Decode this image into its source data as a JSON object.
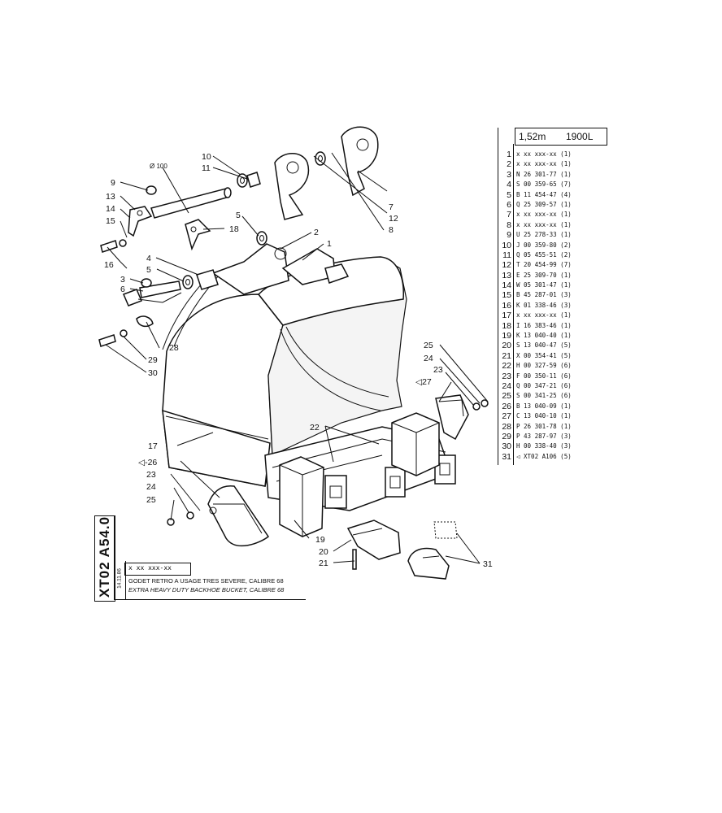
{
  "table": {
    "capacity": "1,52m",
    "volume": "1900L",
    "rows": [
      {
        "n": "1",
        "code": "x xx xxx-xx (1)"
      },
      {
        "n": "2",
        "code": "x xx xxx-xx (1)"
      },
      {
        "n": "3",
        "code": "N 26 301-77 (1)"
      },
      {
        "n": "4",
        "code": "S 00 359-65 (7)"
      },
      {
        "n": "5",
        "code": "B 11 454-47 (4)"
      },
      {
        "n": "6",
        "code": "Q 25 309-57 (1)"
      },
      {
        "n": "7",
        "code": "x xx xxx-xx (1)"
      },
      {
        "n": "8",
        "code": "x xx xxx-xx (1)"
      },
      {
        "n": "9",
        "code": "U 25 278-33 (1)"
      },
      {
        "n": "10",
        "code": "J 00 359-80 (2)"
      },
      {
        "n": "11",
        "code": "Q 05 455-51 (2)"
      },
      {
        "n": "12",
        "code": "T 20 454-99 (7)"
      },
      {
        "n": "13",
        "code": "E 25 309-70 (1)"
      },
      {
        "n": "14",
        "code": "W 05 301-47 (1)"
      },
      {
        "n": "15",
        "code": "B 45 287-01 (3)"
      },
      {
        "n": "16",
        "code": "K 01 338-46 (3)"
      },
      {
        "n": "17",
        "code": "x xx xxx-xx (1)"
      },
      {
        "n": "18",
        "code": "I 16 383-46 (1)"
      },
      {
        "n": "19",
        "code": "K 13 040-40 (1)"
      },
      {
        "n": "20",
        "code": "S 13 040-47 (5)"
      },
      {
        "n": "21",
        "code": "X 00 354-41 (5)"
      },
      {
        "n": "22",
        "code": "H 00 327-59 (6)"
      },
      {
        "n": "23",
        "code": "F 00 350-11 (6)"
      },
      {
        "n": "24",
        "code": "Q 00 347-21 (6)"
      },
      {
        "n": "25",
        "code": "S 00 341-25 (6)"
      },
      {
        "n": "26",
        "code": "B 13 040-09 (1)"
      },
      {
        "n": "27",
        "code": "C 13 040-10 (1)"
      },
      {
        "n": "28",
        "code": "P 26 301-78 (1)"
      },
      {
        "n": "29",
        "code": "P 43 287-97 (3)"
      },
      {
        "n": "30",
        "code": "H 00 338-40 (3)"
      },
      {
        "n": "31",
        "code": "◁ XT02 A106 (5)"
      }
    ]
  },
  "titleblock": {
    "doc_number": "XT02 A54.0",
    "date": "14.11.86",
    "ref": "x xx xxx-xx",
    "title_fr": "GODET RETRO A USAGE TRES SEVERE, CALIBRE 68",
    "title_en": "EXTRA HEAVY DUTY BACKHOE BUCKET, CALIBRE 68"
  },
  "callouts": {
    "c1": "1",
    "c2": "2",
    "c3": "3",
    "c4": "4",
    "c5a": "5",
    "c5b": "5",
    "c6": "6",
    "c7": "7",
    "c8": "8",
    "c9": "9",
    "c10": "10",
    "c11": "11",
    "c12": "12",
    "c13": "13",
    "c14": "14",
    "c15": "15",
    "c16": "16",
    "c17": "17",
    "c18": "18",
    "c19": "19",
    "c20": "20",
    "c21": "21",
    "c22": "22",
    "c23a": "23",
    "c23b": "23",
    "c24a": "24",
    "c24b": "24",
    "c25a": "25",
    "c25b": "25",
    "c26": "◁-26",
    "c27": "◁27",
    "c28": "28",
    "c29": "29",
    "c30": "30",
    "c31": "31",
    "dia": "Ø 100"
  }
}
